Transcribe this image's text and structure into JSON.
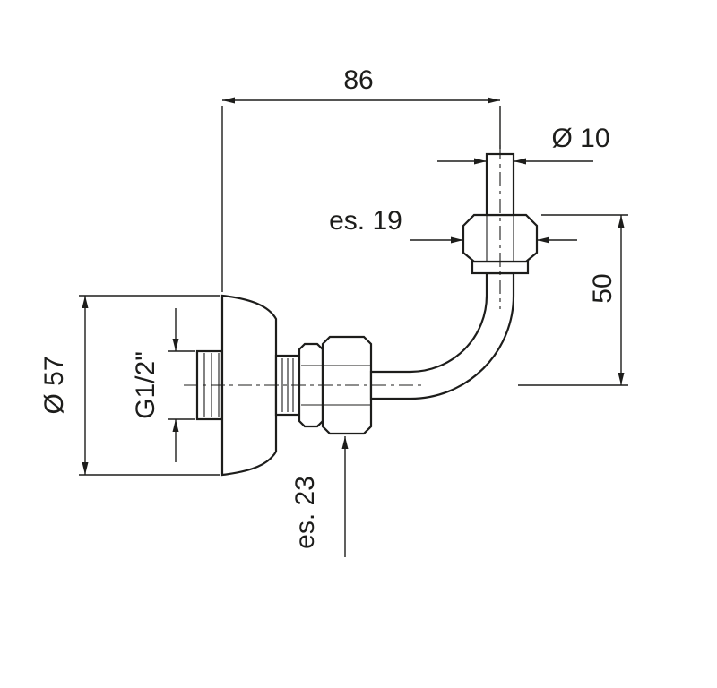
{
  "drawing": {
    "background": "#ffffff",
    "line_color": "#1d1d1b"
  },
  "dimensions": {
    "horizontal_width": "86",
    "tube_diameter": "Ø 10",
    "hex_wrench_top": "es. 19",
    "vertical_height": "50",
    "flange_diameter": "Ø 57",
    "thread_size": "G1/2\"",
    "hex_wrench_bottom": "es. 23"
  }
}
